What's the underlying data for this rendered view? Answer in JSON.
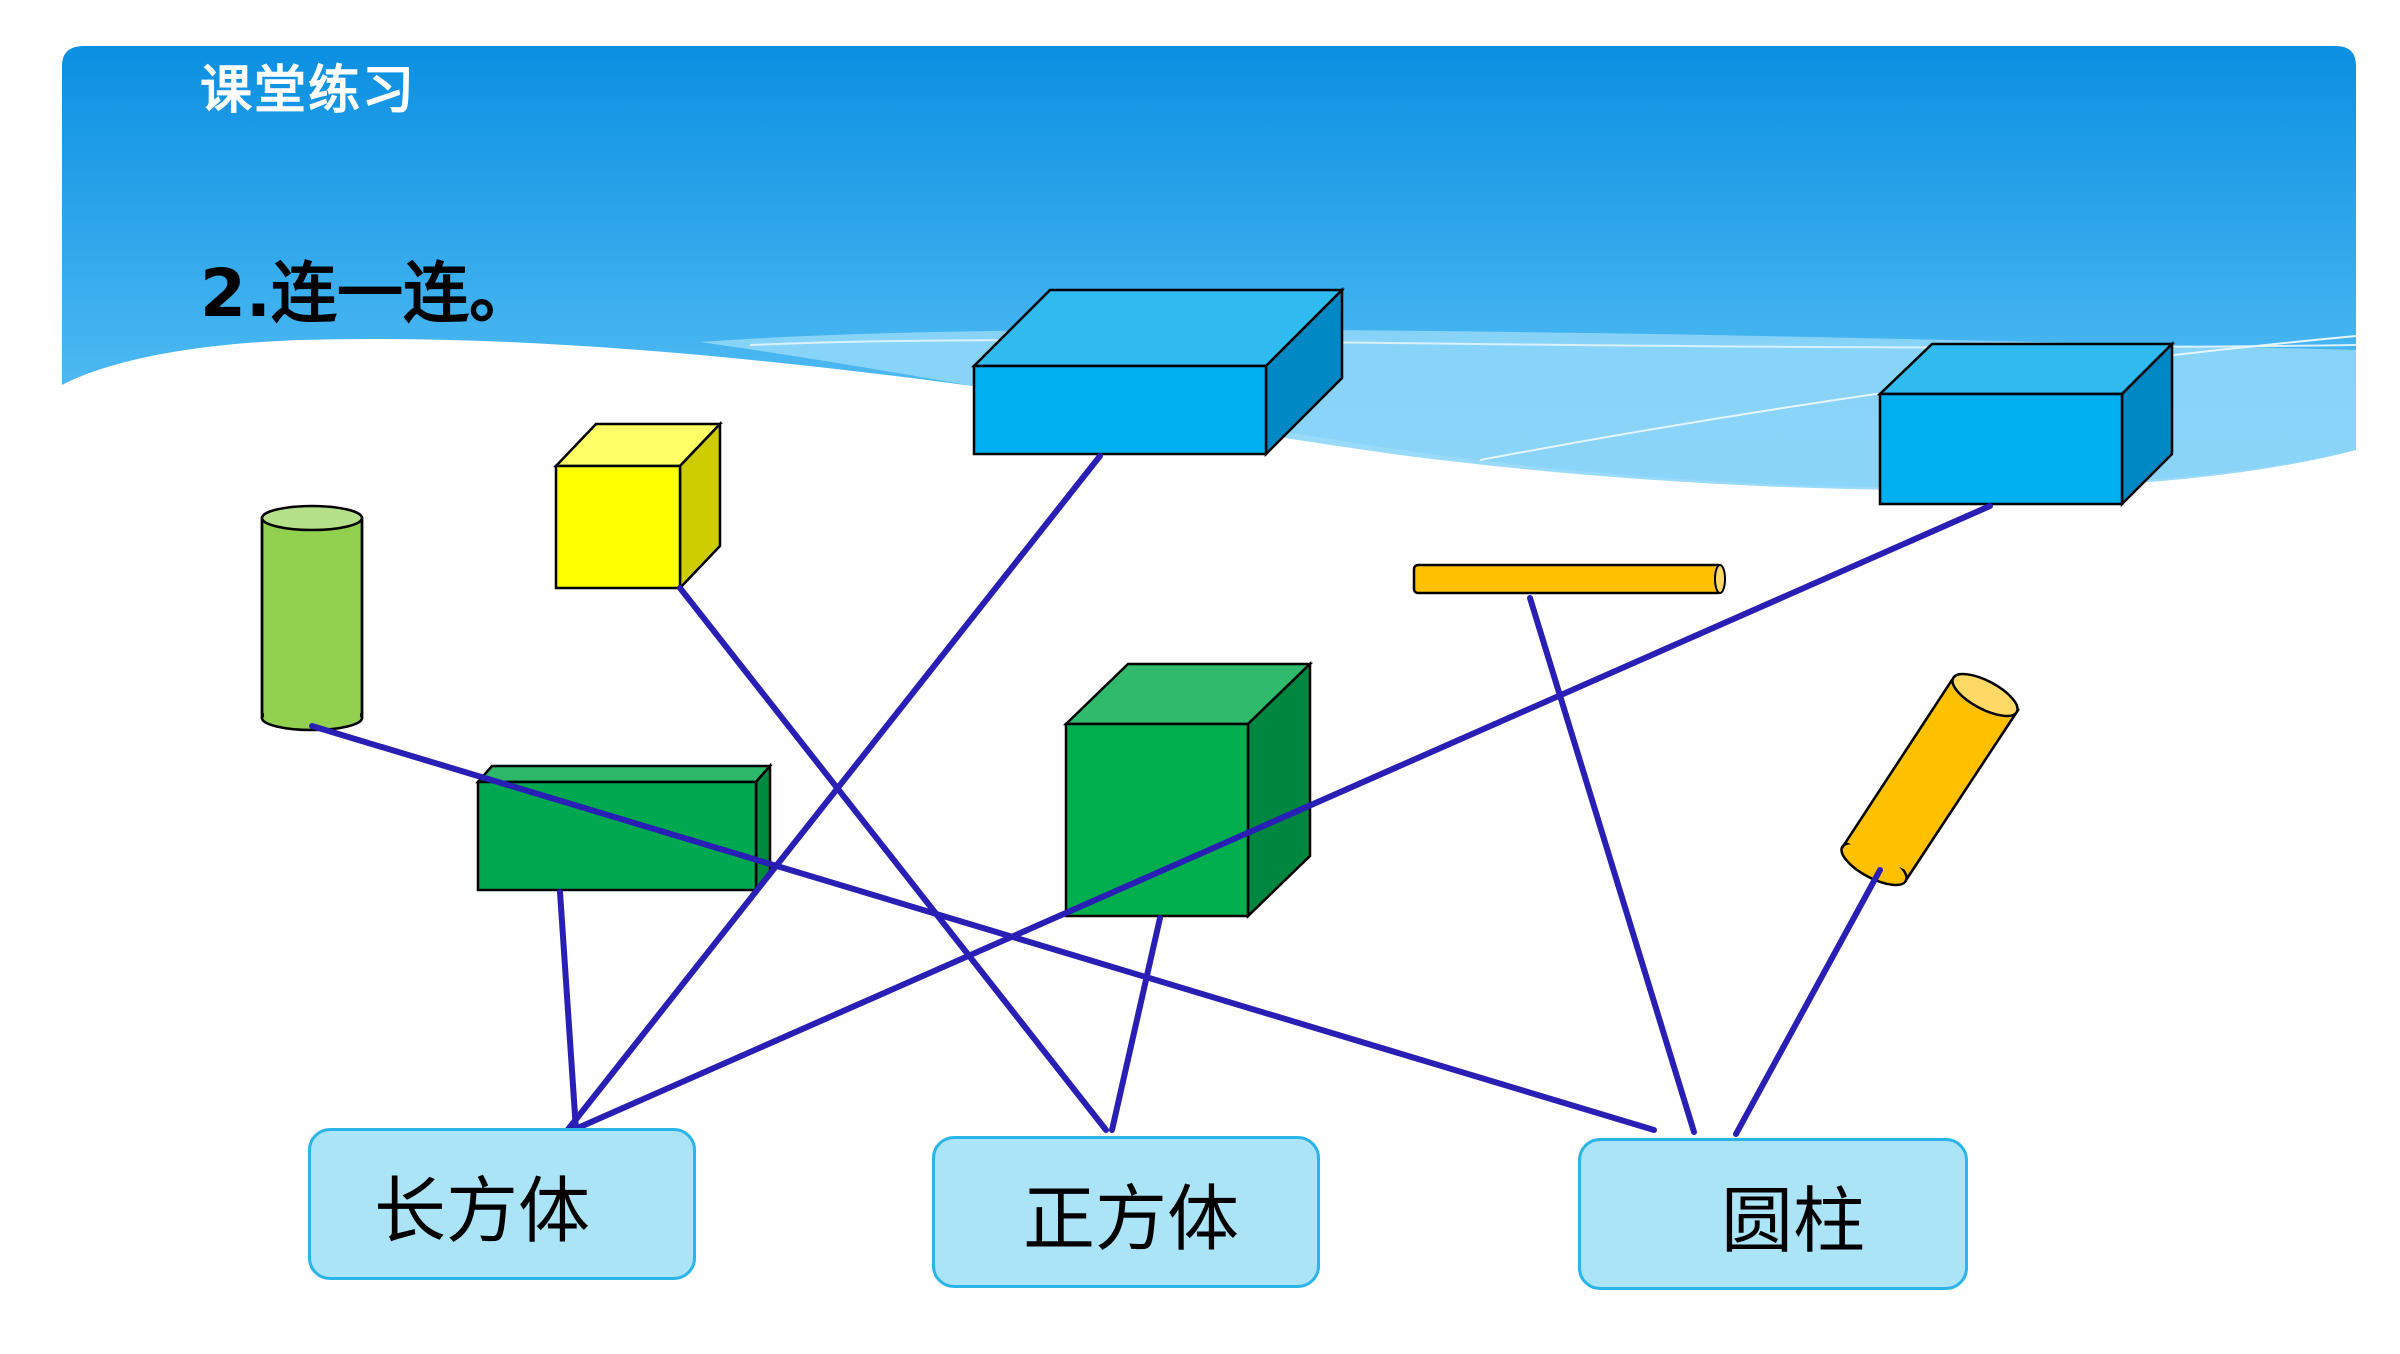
{
  "header": {
    "section_title": "课堂练习",
    "question": "2.连一连。"
  },
  "answers": {
    "cuboid": "长方体",
    "cube": "正方体",
    "cylinder": "圆柱"
  },
  "colors": {
    "banner_top": "#0e93e3",
    "banner_bottom": "#5ec2f5",
    "connector_line": "#2a1fb4",
    "box_fill": "#abe3f7",
    "box_border": "#2bb4e8"
  },
  "shapes": [
    {
      "name": "green-cylinder",
      "kind": "cylinder",
      "color": "#92d050"
    },
    {
      "name": "yellow-cube",
      "kind": "cube",
      "color": "#ffff00"
    },
    {
      "name": "blue-flat-cuboid",
      "kind": "cuboid",
      "color": "#00b0f0"
    },
    {
      "name": "blue-cuboid-right",
      "kind": "cuboid",
      "color": "#00b0f0"
    },
    {
      "name": "orange-rod",
      "kind": "cylinder",
      "color": "#ffc000"
    },
    {
      "name": "green-flat-cuboid",
      "kind": "cuboid",
      "color": "#00a84f"
    },
    {
      "name": "green-cube",
      "kind": "cube",
      "color": "#00ae4d"
    },
    {
      "name": "orange-tilted-cylinder",
      "kind": "cylinder",
      "color": "#ffc000"
    }
  ]
}
